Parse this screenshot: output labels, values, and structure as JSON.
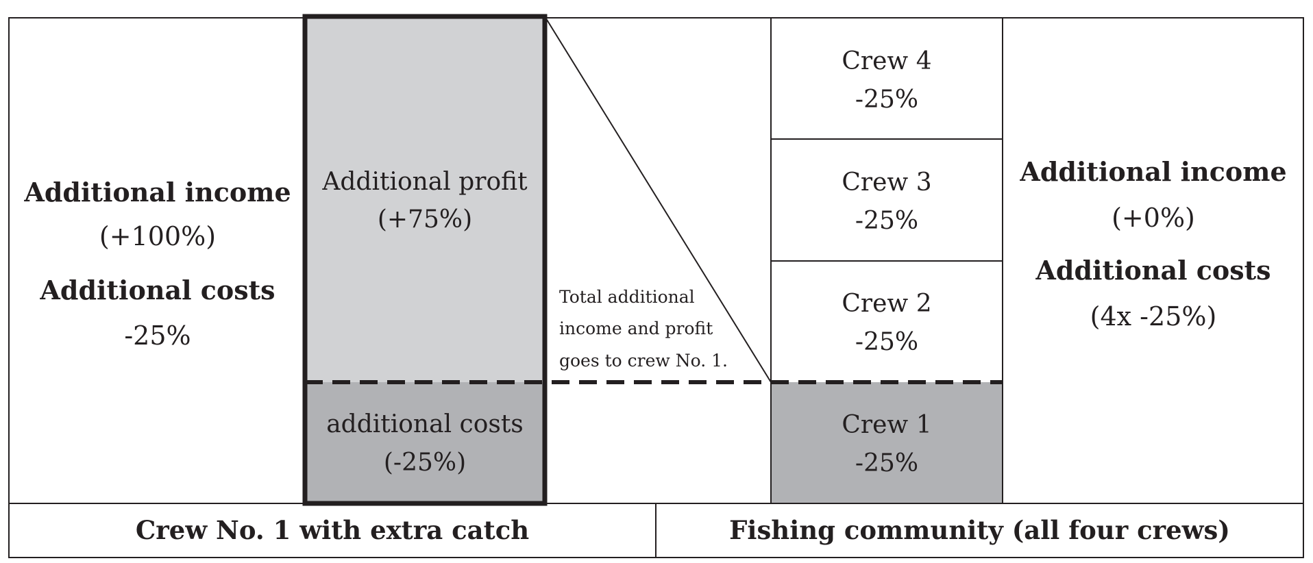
{
  "left_summary": {
    "income_label": "Additional income",
    "income_value": "(+100%)",
    "costs_label": "Additional costs",
    "costs_value": "-25%"
  },
  "crew1_column": {
    "profit_label": "Additional profit",
    "profit_value": "(+75%)",
    "costs_label": "additional costs",
    "costs_value": "(-25%)"
  },
  "note": {
    "line1": "Total additional",
    "line2": "income and profit",
    "line3": "goes to crew No. 1."
  },
  "community_stack": [
    {
      "name": "Crew 4",
      "value": "-25%"
    },
    {
      "name": "Crew 3",
      "value": "-25%"
    },
    {
      "name": "Crew 2",
      "value": "-25%"
    },
    {
      "name": "Crew 1",
      "value": "-25%"
    }
  ],
  "right_summary": {
    "income_label": "Additional income",
    "income_value": "(+0%)",
    "costs_label": "Additional costs",
    "costs_value": "(4x -25%)"
  },
  "footer": {
    "left": "Crew No. 1 with extra catch",
    "right": "Fishing community (all four crews)"
  },
  "colors": {
    "profit_fill": "#d1d2d4",
    "costs_fill": "#b1b2b5",
    "stroke": "#231f20"
  }
}
